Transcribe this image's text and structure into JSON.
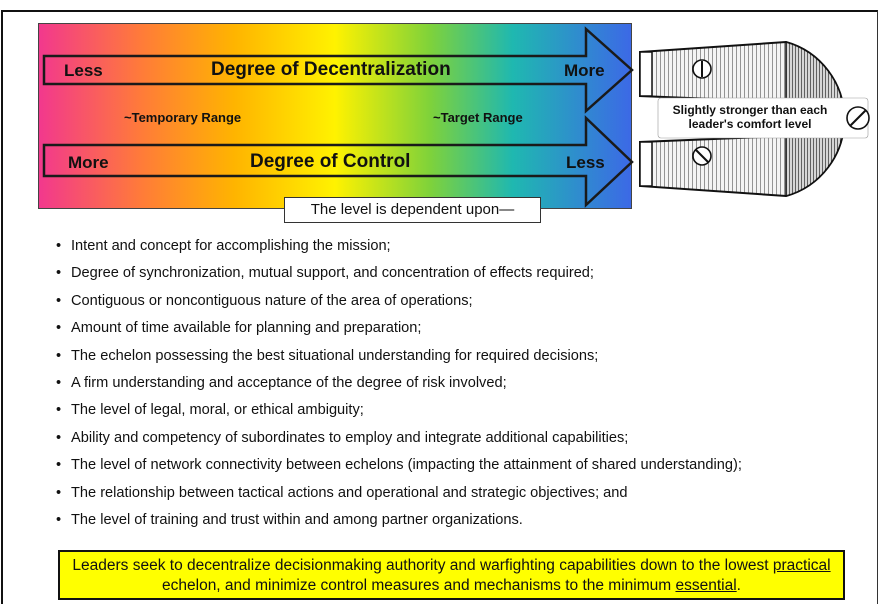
{
  "spectrum": {
    "decentralization": {
      "left": "Less",
      "title": "Degree of Decentralization",
      "right": "More"
    },
    "control": {
      "left": "More",
      "title": "Degree of Control",
      "right": "Less"
    },
    "temporary_range": "~Temporary Range",
    "target_range": "~Target Range",
    "gradient_colors": [
      "#f2388d",
      "#ff7a3a",
      "#ffb400",
      "#fff200",
      "#7fd23a",
      "#1fb8b0",
      "#3c69e6"
    ]
  },
  "magnet": {
    "label": "Slightly stronger than each leader's comfort level"
  },
  "dependent_box": "The level is dependent  upon—",
  "bullet_symbol": "•",
  "bullets": [
    "Intent and concept for accomplishing the mission;",
    "Degree of synchronization, mutual support, and concentration of effects required;",
    "Contiguous or noncontiguous nature of the area of operations;",
    "Amount of time available for planning and preparation;",
    "The echelon possessing the best situational understanding for required decisions;",
    "A firm understanding and acceptance of the degree of risk involved;",
    "The level of legal, moral, or ethical ambiguity;",
    "Ability and competency of subordinates to employ and integrate additional capabilities;",
    "The level of network connectivity between echelons (impacting the attainment of shared understanding);",
    "The relationship between tactical actions and operational and strategic objectives; and",
    "The level of training and trust within and among partner organizations."
  ],
  "callout": {
    "part1": "Leaders seek to decentralize decisionmaking authority and warfighting capabilities down to the lowest ",
    "underline1": "practical",
    "part2": " echelon, and minimize control measures and mechanisms to the minimum ",
    "underline2": "essential",
    "part3": "."
  }
}
